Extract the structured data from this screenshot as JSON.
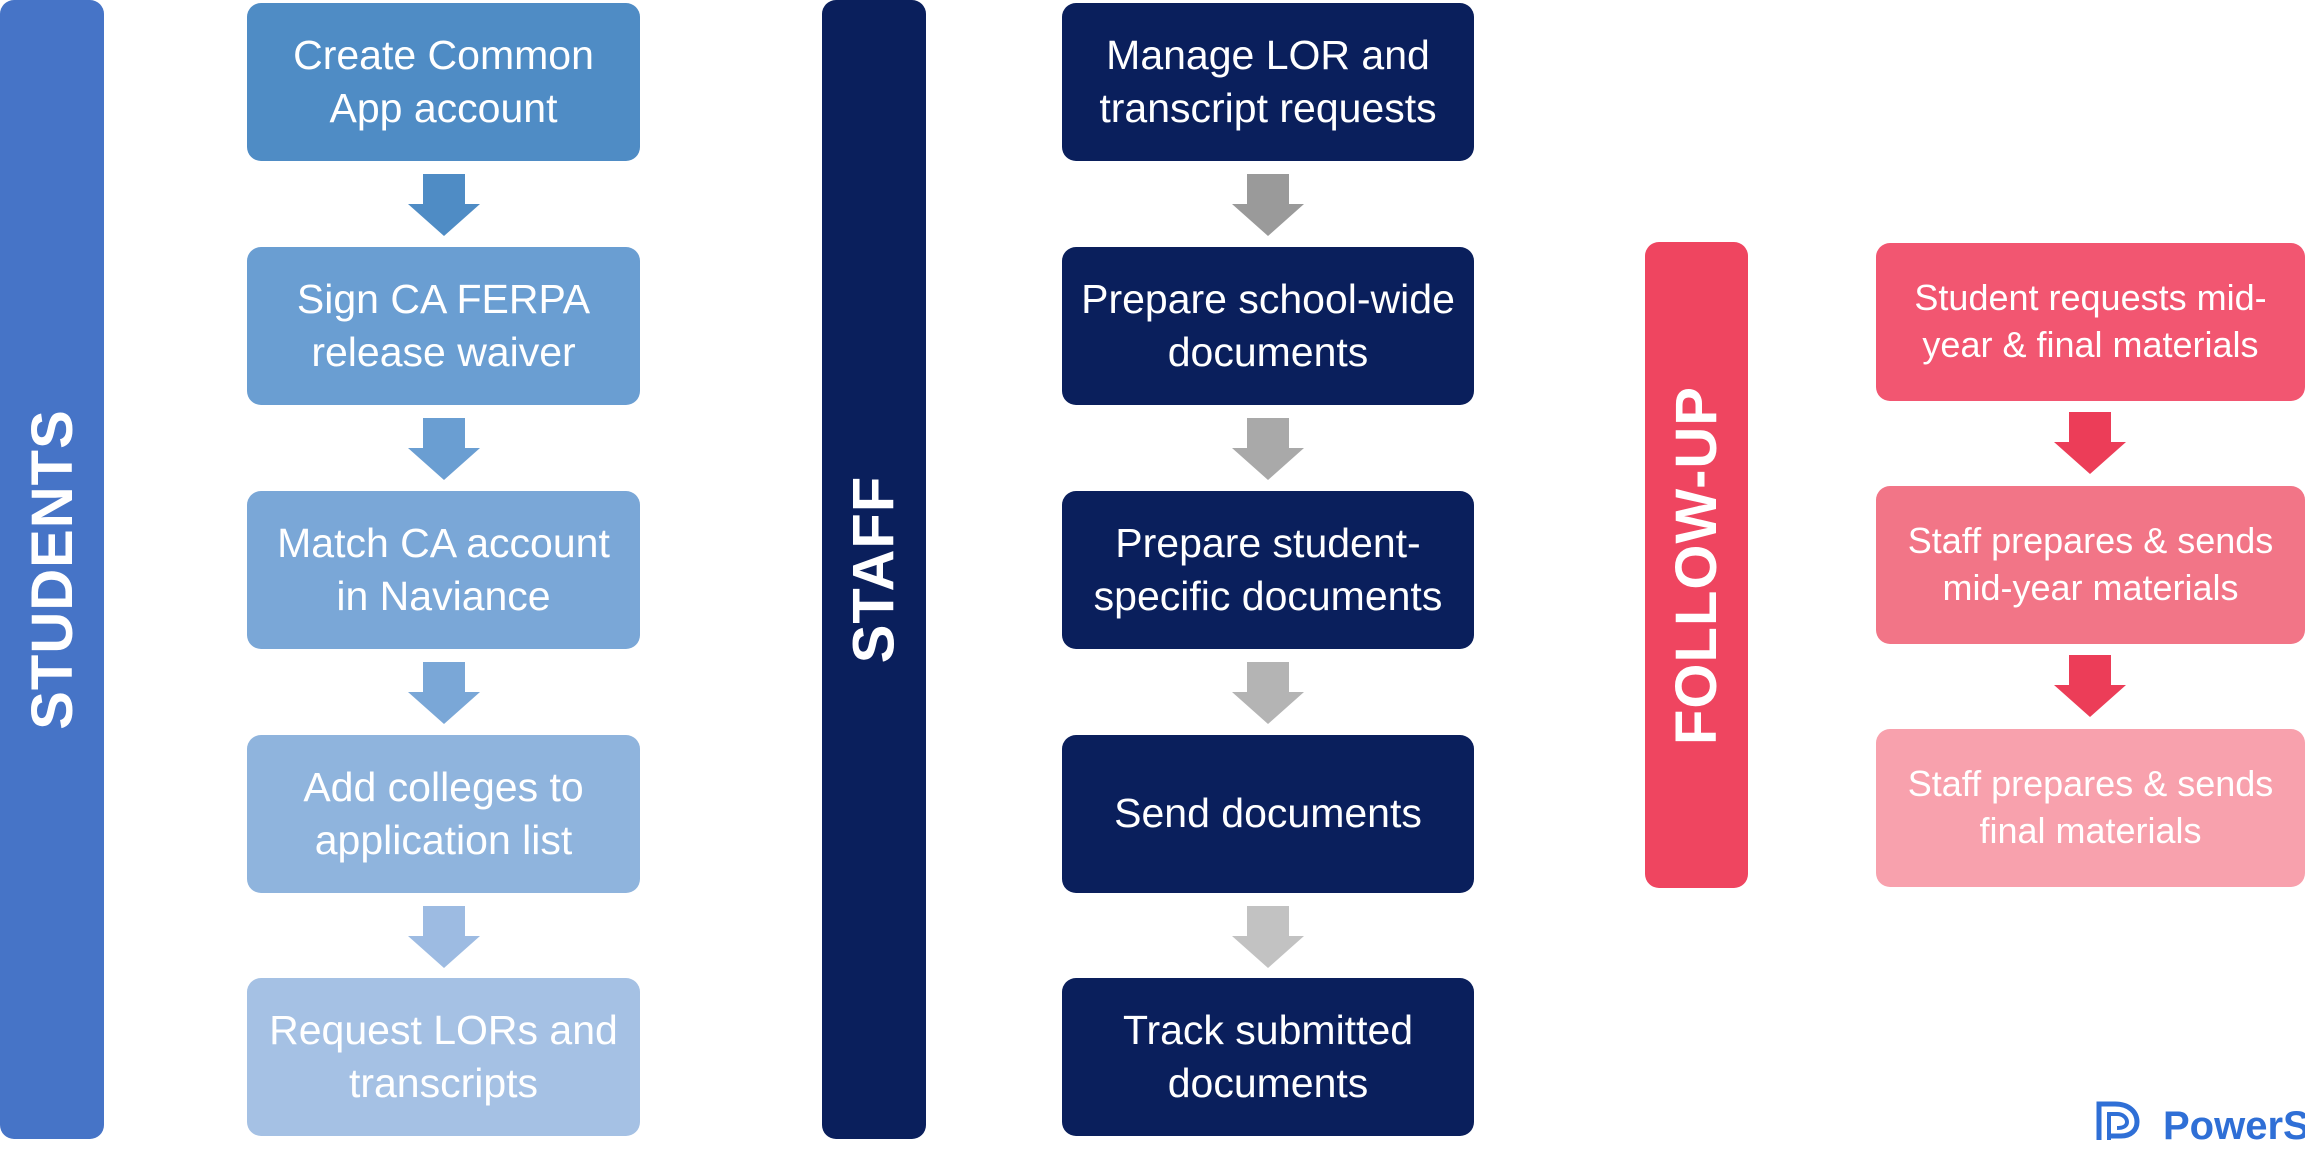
{
  "students": {
    "label": "STUDENTS",
    "color": "#4674c7",
    "steps": [
      {
        "text": "Create Common App account",
        "color": "#4f8cc5"
      },
      {
        "text": "Sign CA FERPA release waiver",
        "color": "#6a9ed2"
      },
      {
        "text": "Match CA account in Naviance",
        "color": "#7aa7d7"
      },
      {
        "text": "Add colleges to application list",
        "color": "#8fb4dd"
      },
      {
        "text": "Request LORs and transcripts",
        "color": "#a5c1e4"
      }
    ],
    "arrow_colors": [
      "#4f8cc5",
      "#6a9ed2",
      "#7aa7d7",
      "#9dbbe2"
    ]
  },
  "staff": {
    "label": "STAFF",
    "color": "#0a1f5c",
    "steps": [
      {
        "text": "Manage LOR and transcript requests",
        "color": "#0a1f5c"
      },
      {
        "text": "Prepare school-wide documents",
        "color": "#0a1f5c"
      },
      {
        "text": "Prepare student-specific documents",
        "color": "#0a1f5c"
      },
      {
        "text": "Send documents",
        "color": "#0a1f5c"
      },
      {
        "text": "Track submitted documents",
        "color": "#0a1f5c"
      }
    ],
    "arrow_colors": [
      "#9a9a9a",
      "#a9a9a9",
      "#b4b4b4",
      "#c2c2c2"
    ]
  },
  "followup": {
    "label": "FOLLOW-UP",
    "color": "#ef4560",
    "steps": [
      {
        "text": "Student requests mid-year & final materials",
        "color": "#f25671"
      },
      {
        "text": "Staff prepares & sends mid-year materials",
        "color": "#f27587"
      },
      {
        "text": "Staff prepares & sends final materials",
        "color": "#f8a1ad"
      }
    ],
    "arrow_colors": [
      "#ec3d58",
      "#ec3d58"
    ]
  },
  "logo": {
    "text": "PowerS",
    "color": "#2f6fd6"
  }
}
